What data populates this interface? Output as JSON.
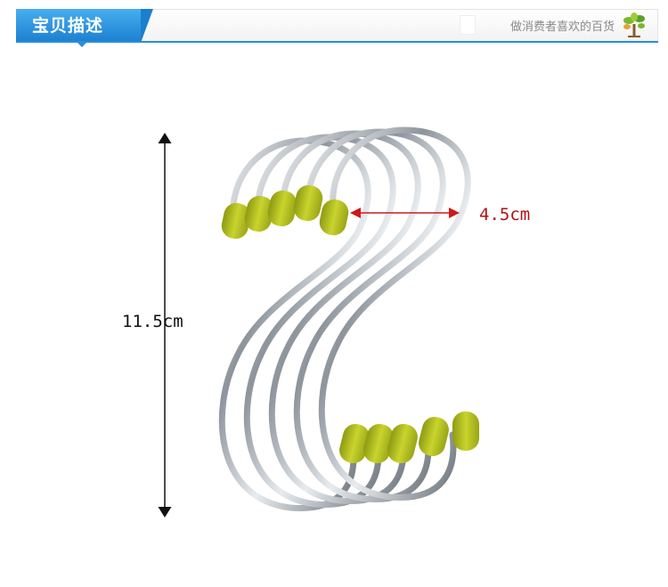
{
  "header": {
    "tab_label": "宝贝描述",
    "slogan": "做消费者喜欢的百货"
  },
  "product": {
    "height_label": "11.5cm",
    "width_label": "4.5cm"
  },
  "colors": {
    "accent": "#2a8fd8",
    "cap": "#b8c21e",
    "dimension_arrow": "#d01818"
  }
}
